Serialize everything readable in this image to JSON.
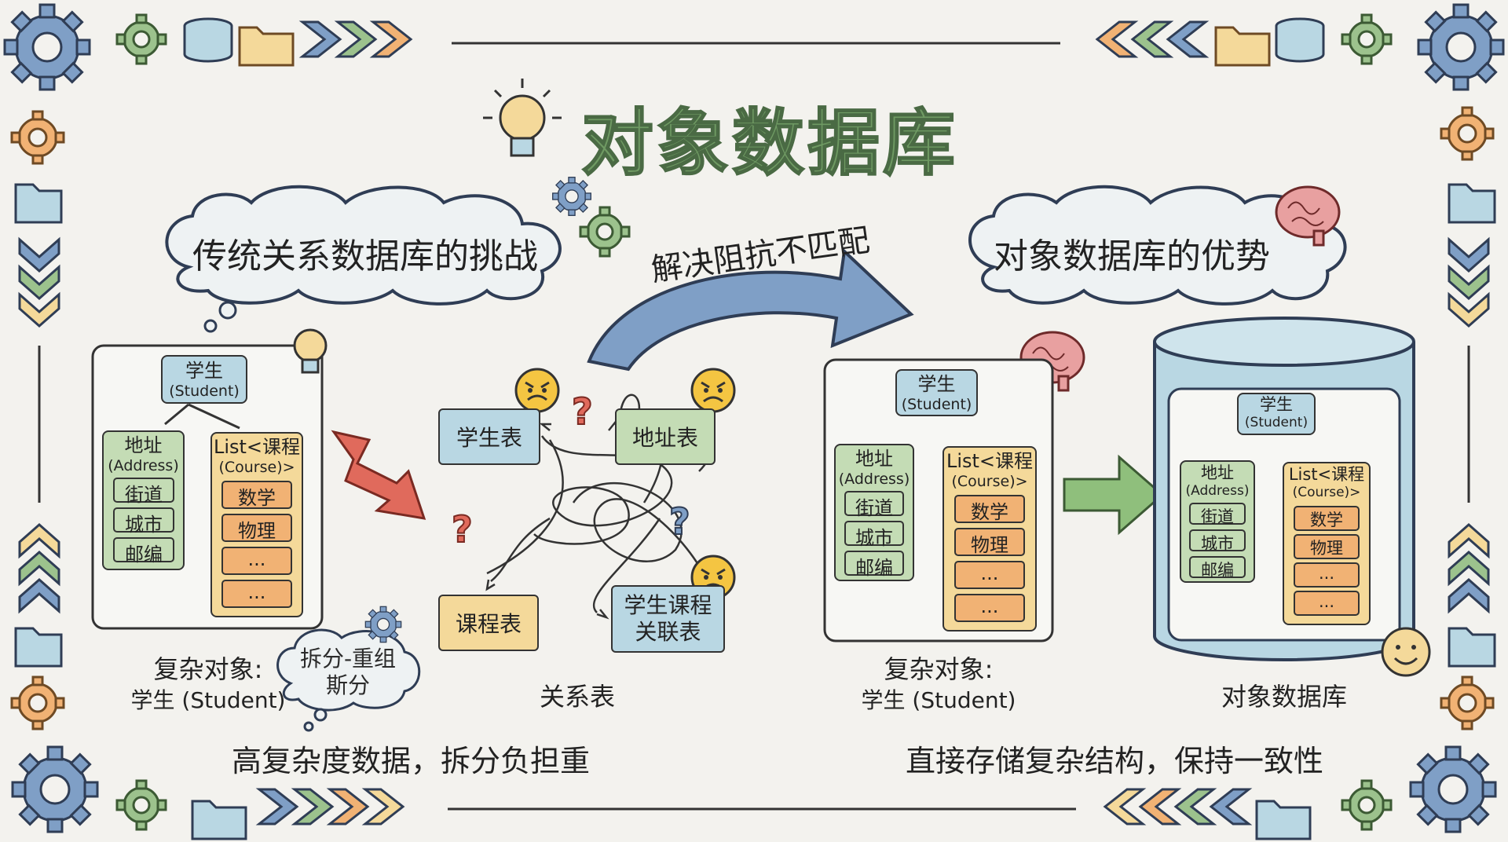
{
  "title": "对象数据库",
  "left_cloud": "传统关系数据库的挑战",
  "right_cloud": "对象数据库的优势",
  "arrow_label": "解决阻抗不匹配",
  "student_node": {
    "name": "学生",
    "en": "(Student)"
  },
  "address_node": {
    "name": "地址",
    "en": "(Address)",
    "fields": [
      "街道",
      "城市",
      "邮编"
    ]
  },
  "course_node": {
    "name": "List<课程",
    "en": "(Course)>",
    "items": [
      "数学",
      "物理",
      "...",
      "..."
    ]
  },
  "relational_tables": {
    "student": "学生表",
    "address": "地址表",
    "course": "课程表",
    "link_line1": "学生课程",
    "link_line2": "关联表"
  },
  "split_cloud": {
    "line1": "拆分-重组",
    "line2": "斯分"
  },
  "labels": {
    "complex_object_left_line1": "复杂对象:",
    "complex_object_left_line2": "学生 (Student)",
    "relational": "关系表",
    "complex_object_right_line1": "复杂对象:",
    "complex_object_right_line2": "学生 (Student)",
    "object_db": "对象数据库"
  },
  "captions": {
    "left": "高复杂度数据，拆分负担重",
    "right": "直接存储复杂结构，保持一致性"
  },
  "icons": [
    "gear-icon",
    "database-icon",
    "folder-icon",
    "chevron-icon",
    "lightbulb-icon",
    "brain-icon",
    "angry-face-icon",
    "question-mark-icon",
    "smiley-icon",
    "lightning-arrow-icon",
    "curved-arrow-icon",
    "right-arrow-icon"
  ],
  "colors": {
    "blue": "#b9d7e3",
    "green": "#c4dcb5",
    "yellow": "#f4d99a",
    "orange": "#f1b274",
    "title_green": "#6f9a63",
    "arrow_blue": "#7f9fc6",
    "arrow_red": "#e06a5c"
  }
}
